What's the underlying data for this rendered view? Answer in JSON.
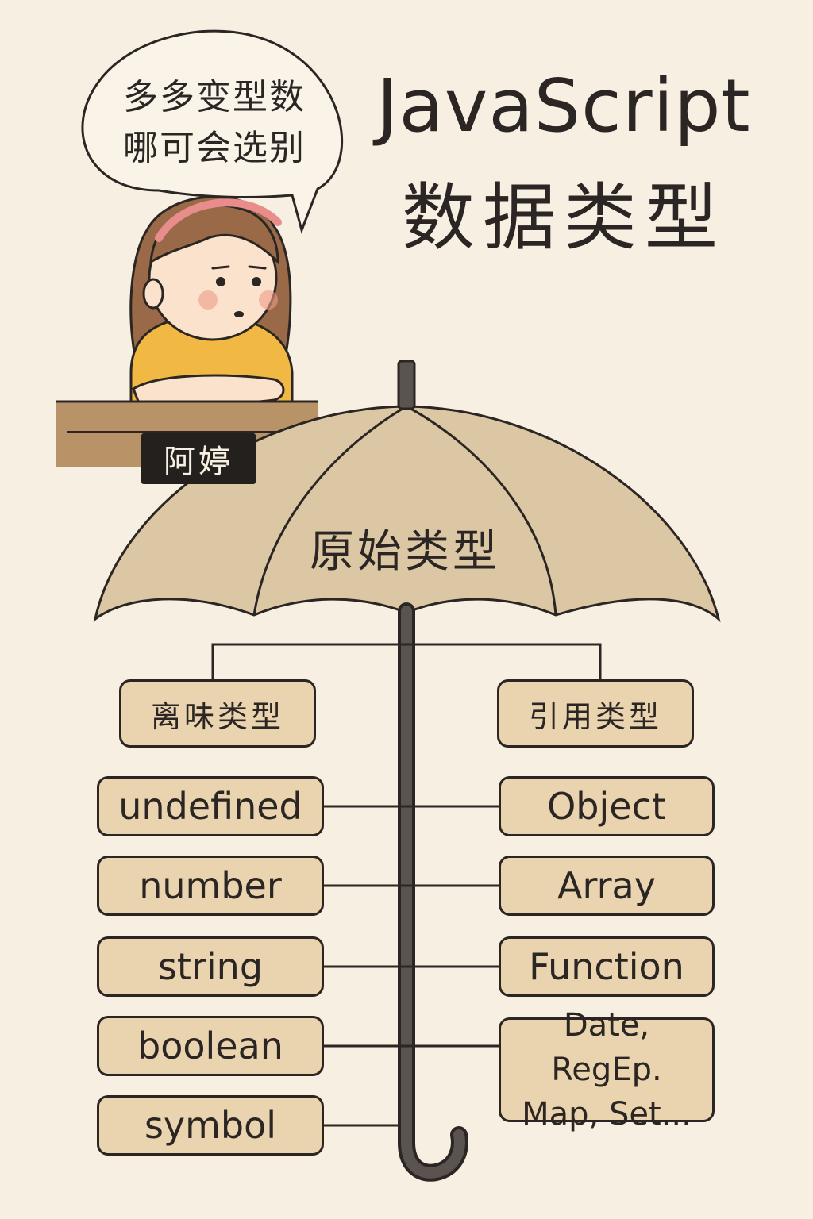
{
  "title": [
    "JavaScript",
    "数据类型"
  ],
  "speech_bubble": [
    "多多变型数",
    "哪可会选别"
  ],
  "character_name": "阿婷",
  "umbrella_label": "原始类型",
  "left_group": {
    "header": "离味类型",
    "items": [
      "undefined",
      "number",
      "string",
      "boolean",
      "symbol"
    ]
  },
  "right_group": {
    "header": "引用类型",
    "items": [
      "Object",
      "Array",
      "Function",
      "Date, RegEp.\nMap, Set..."
    ]
  },
  "colors": {
    "background": "#f6efe2",
    "box_fill": "#ead4b0",
    "umbrella_fill": "#dcc7a5",
    "ink": "#2b2623",
    "desk": "#b89368",
    "shirt": "#f1b944",
    "hair": "#9a6a48",
    "headband": "#e88c8c"
  }
}
